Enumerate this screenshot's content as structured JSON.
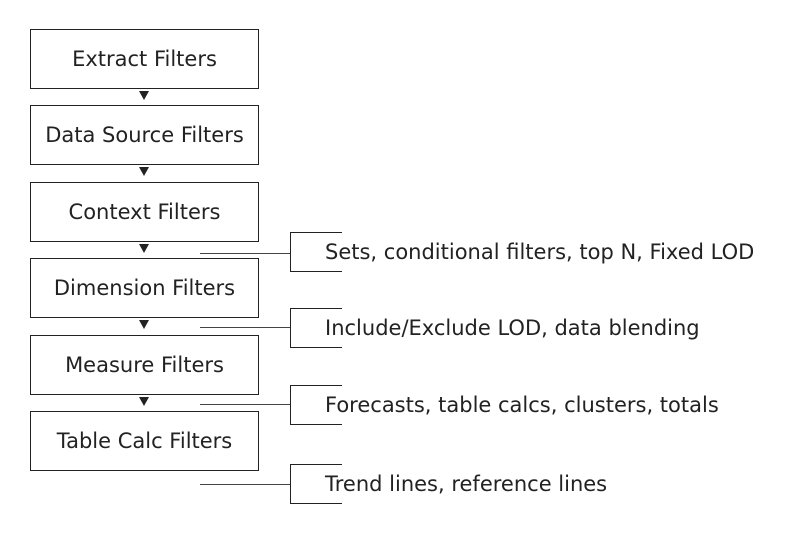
{
  "steps": [
    {
      "label": "Extract Filters"
    },
    {
      "label": "Data Source Filters"
    },
    {
      "label": "Context Filters"
    },
    {
      "label": "Dimension Filters"
    },
    {
      "label": "Measure Filters"
    },
    {
      "label": "Table Calc Filters"
    }
  ],
  "annotations": [
    {
      "label": "Sets, conditional filters, top N, Fixed LOD"
    },
    {
      "label": "Include/Exclude LOD, data blending"
    },
    {
      "label": "Forecasts, table calcs, clusters, totals"
    },
    {
      "label": "Trend lines, reference lines"
    }
  ]
}
